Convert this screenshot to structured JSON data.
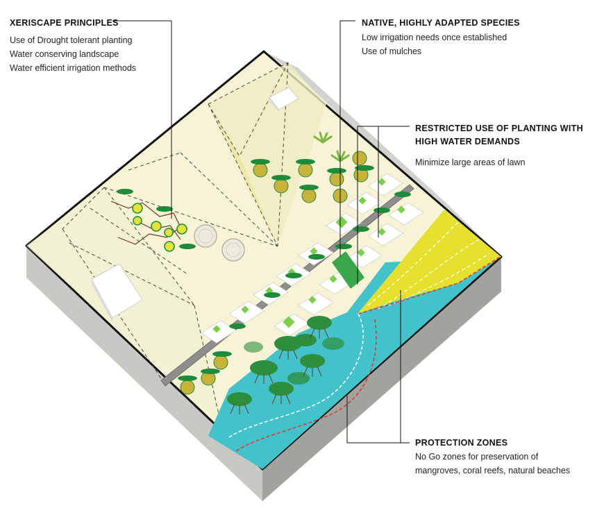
{
  "annotations": {
    "xeriscape": {
      "title": "XERISCAPE PRINCIPLES",
      "lines": [
        "Use of Drought tolerant planting",
        "Water conserving landscape",
        "Water efficient irrigation methods"
      ]
    },
    "native": {
      "title": "NATIVE, HIGHLY ADAPTED SPECIES",
      "lines": [
        "Low irrigation needs once established",
        "Use of mulches"
      ]
    },
    "restricted": {
      "title_line1": "RESTRICTED USE OF PLANTING WITH",
      "title_line2": "HIGH WATER DEMANDS",
      "lines": [
        "Minimize large areas of lawn"
      ]
    },
    "protection": {
      "title": "PROTECTION ZONES",
      "lines": [
        "No Go zones for preservation of",
        "mangroves, coral reefs, natural beaches"
      ]
    }
  },
  "colors": {
    "ground_top": "#f6f3d6",
    "ground_light": "#f9f8e6",
    "ground_side": "#c9c9c4",
    "ground_side_dark": "#9e9e98",
    "sea": "#43c2cc",
    "beach": "#e6e02e",
    "road": "#8e8f8d",
    "protection_line": "#d83a2c",
    "tree_green": "#1e8a3a",
    "shrub_fill": "#c8b23a",
    "mangrove_green": "#2d8f3e"
  }
}
